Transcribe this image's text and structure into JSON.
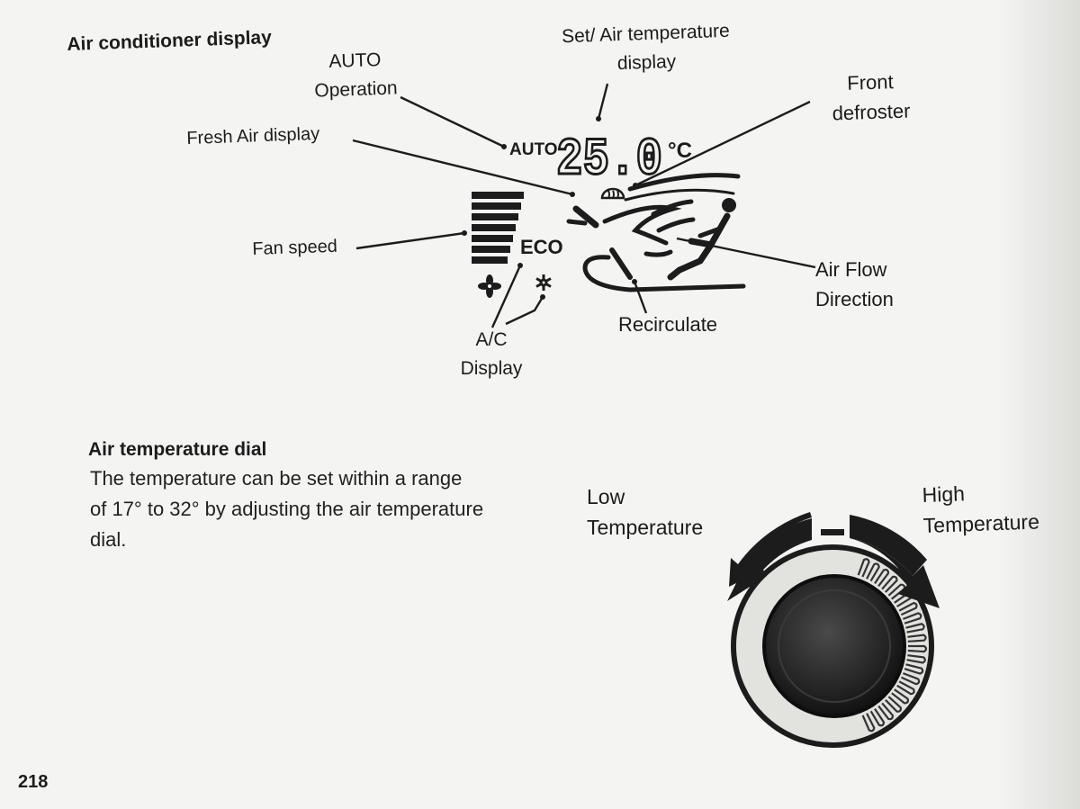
{
  "section1": {
    "title": "Air conditioner display",
    "labels": {
      "auto_line1": "AUTO",
      "auto_line2": "Operation",
      "set_line1": "Set/ Air temperature",
      "set_line2": "display",
      "front_line1": "Front",
      "front_line2": "defroster",
      "fresh": "Fresh Air display",
      "fan": "Fan speed",
      "airflow_line1": "Air Flow",
      "airflow_line2": "Direction",
      "recirc": "Recirculate",
      "ac_line1": "A/C",
      "ac_line2": "Display"
    },
    "lcd": {
      "auto": "AUTO",
      "temperature": "25.0",
      "unit": "°C",
      "eco": "ECO",
      "fan_bars": 7,
      "icons": [
        "fan-icon",
        "snowflake-icon",
        "defroster-icon",
        "seated-person-icon",
        "recirculate-icon"
      ]
    }
  },
  "section2": {
    "title": "Air temperature dial",
    "body_line1": "The temperature can be set within a range",
    "body_line2": "of  17° to 32° by adjusting the air temperature",
    "body_line3": "dial.",
    "low_line1": "Low",
    "low_line2": "Temperature",
    "high_line1": "High",
    "high_line2": "Temperature",
    "dial_icons": [
      "left-arrow-icon",
      "right-arrow-icon"
    ]
  },
  "page_number": "218"
}
